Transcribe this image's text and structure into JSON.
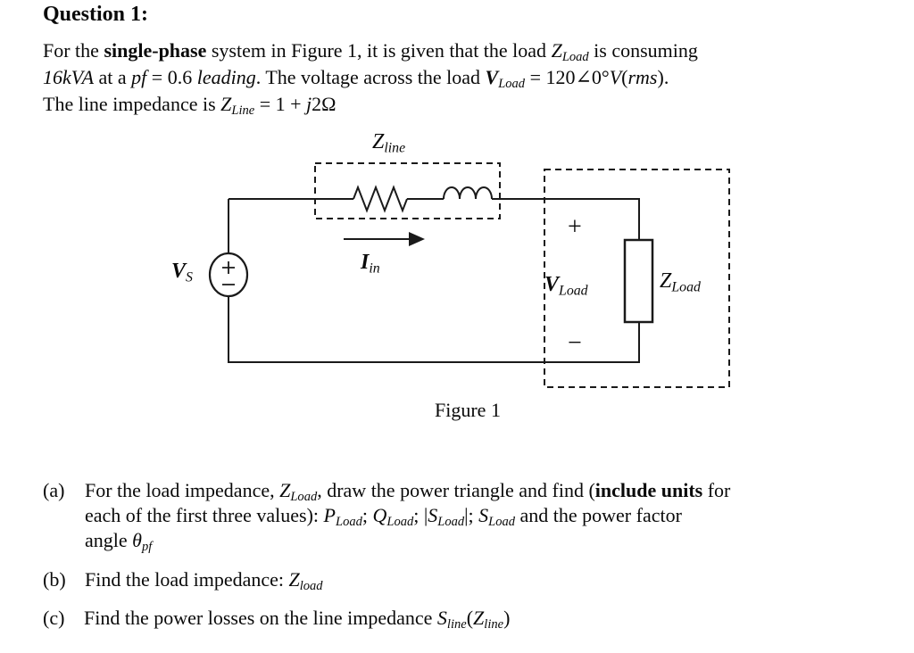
{
  "title": "Question 1:",
  "problem": {
    "lines": [
      [
        {
          "t": "For the ",
          "s": "n"
        },
        {
          "t": "single-phase",
          "s": "b"
        },
        {
          "t": " system in Figure 1, it is given that the load ",
          "s": "n"
        },
        {
          "t": "Z",
          "s": "i"
        },
        {
          "t": "Load",
          "s": "sub"
        },
        {
          "t": " is consuming",
          "s": "n"
        }
      ],
      [
        {
          "t": "16kVA",
          "s": "i"
        },
        {
          "t": " at a ",
          "s": "n"
        },
        {
          "t": "pf",
          "s": "i"
        },
        {
          "t": " = 0.6 ",
          "s": "n"
        },
        {
          "t": "leading",
          "s": "i"
        },
        {
          "t": ". The voltage across the load ",
          "s": "n"
        },
        {
          "t": "V",
          "s": "bi"
        },
        {
          "t": "Load",
          "s": "sub"
        },
        {
          "t": " = 120∠0°",
          "s": "n"
        },
        {
          "t": "V",
          "s": "i"
        },
        {
          "t": "(",
          "s": "n"
        },
        {
          "t": "rms",
          "s": "i"
        },
        {
          "t": ").",
          "s": "n"
        }
      ],
      [
        {
          "t": "The line impedance is ",
          "s": "n"
        },
        {
          "t": "Z",
          "s": "i"
        },
        {
          "t": "Line",
          "s": "sub"
        },
        {
          "t": " = 1 + ",
          "s": "n"
        },
        {
          "t": "j",
          "s": "i"
        },
        {
          "t": "2Ω",
          "s": "n"
        }
      ]
    ]
  },
  "figure": {
    "caption": "Figure 1",
    "labels": {
      "z_line": [
        {
          "t": "Z",
          "s": "i"
        },
        {
          "t": "line",
          "s": "sub"
        }
      ],
      "i_in": [
        {
          "t": "I",
          "s": "bi"
        },
        {
          "t": "in",
          "s": "sub"
        }
      ],
      "v_s": [
        {
          "t": "V",
          "s": "bi"
        },
        {
          "t": "S",
          "s": "sub"
        }
      ],
      "v_load": [
        {
          "t": "V",
          "s": "bi"
        },
        {
          "t": "Load",
          "s": "sub"
        }
      ],
      "z_load": [
        {
          "t": "Z",
          "s": "i"
        },
        {
          "t": "Load",
          "s": "sub"
        }
      ],
      "load_plus": "+",
      "load_minus": "−"
    }
  },
  "parts": [
    {
      "label": "(a)",
      "lines": [
        [
          {
            "t": "For the load impedance, ",
            "s": "n"
          },
          {
            "t": "Z",
            "s": "i"
          },
          {
            "t": "Load",
            "s": "sub"
          },
          {
            "t": ", draw the power triangle and find (",
            "s": "n"
          },
          {
            "t": "include units",
            "s": "b"
          },
          {
            "t": " for",
            "s": "n"
          }
        ],
        [
          {
            "t": "each of the first three values):  ",
            "s": "n"
          },
          {
            "t": "P",
            "s": "i"
          },
          {
            "t": "Load",
            "s": "sub"
          },
          {
            "t": "; ",
            "s": "n"
          },
          {
            "t": "Q",
            "s": "i"
          },
          {
            "t": "Load",
            "s": "sub"
          },
          {
            "t": "; |",
            "s": "n"
          },
          {
            "t": "S",
            "s": "i"
          },
          {
            "t": "Load",
            "s": "sub"
          },
          {
            "t": "|; ",
            "s": "n"
          },
          {
            "t": "S",
            "s": "i"
          },
          {
            "t": "Load",
            "s": "sub"
          },
          {
            "t": " and the power factor",
            "s": "n"
          }
        ],
        [
          {
            "t": "angle ",
            "s": "n"
          },
          {
            "t": "θ",
            "s": "i"
          },
          {
            "t": "pf",
            "s": "sub"
          }
        ]
      ]
    },
    {
      "label": "(b)",
      "lines": [
        [
          {
            "t": "Find the load impedance: ",
            "s": "n"
          },
          {
            "t": "Z",
            "s": "i"
          },
          {
            "t": "load",
            "s": "sub"
          }
        ]
      ]
    },
    {
      "label": "(c)",
      "lines": [
        [
          {
            "t": "Find the power losses on the line impedance ",
            "s": "n"
          },
          {
            "t": "S",
            "s": "i"
          },
          {
            "t": "line",
            "s": "sub"
          },
          {
            "t": "(",
            "s": "n"
          },
          {
            "t": "Z",
            "s": "i"
          },
          {
            "t": "line",
            "s": "sub"
          },
          {
            "t": ")",
            "s": "n"
          }
        ]
      ]
    }
  ]
}
